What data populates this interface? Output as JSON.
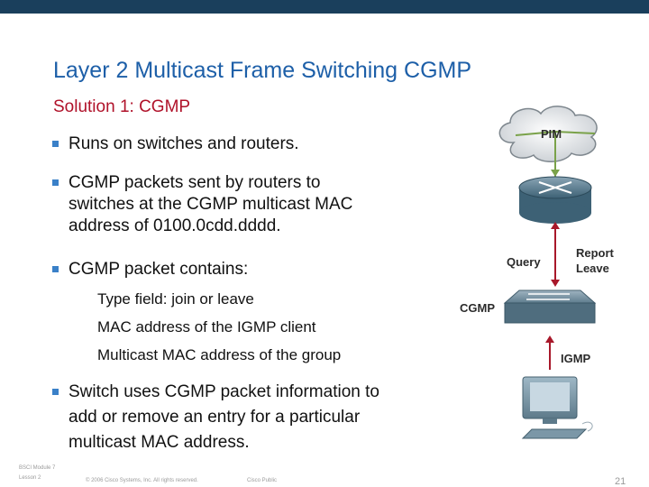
{
  "slide": {
    "title": "Layer 2 Multicast Frame Switching CGMP",
    "subtitle": "Solution 1: CGMP",
    "bullets": [
      [
        "Runs on switches and routers."
      ],
      [
        "CGMP packets sent by routers to",
        "switches at the CGMP multicast MAC",
        "address of 0100.0cdd.dddd."
      ],
      [
        "CGMP packet contains:"
      ],
      [
        "Switch uses CGMP packet information to",
        "add or remove an entry for a particular",
        "multicast MAC address."
      ]
    ],
    "sub_items": [
      "Type field: join or leave",
      "MAC address of the IGMP client",
      "Multicast MAC address of the group"
    ]
  },
  "diagram": {
    "pim_label": "PIM",
    "query_label": "Query",
    "report_label": "Report",
    "leave_label": "Leave",
    "cgmp_label": "CGMP",
    "igmp_label": "IGMP"
  },
  "footer": {
    "left_line1": "BSCI Module 7",
    "left_line2": "Lesson 2",
    "copyright": "© 2006 Cisco Systems, Inc. All rights reserved.",
    "classification": "Cisco Public",
    "page_number": "21"
  },
  "colors": {
    "title": "#1d5fa8",
    "subtitle": "#b0122a",
    "bullet": "#3a80c8",
    "topbar": "#1a3f5c",
    "arrow": "#a8182a"
  }
}
